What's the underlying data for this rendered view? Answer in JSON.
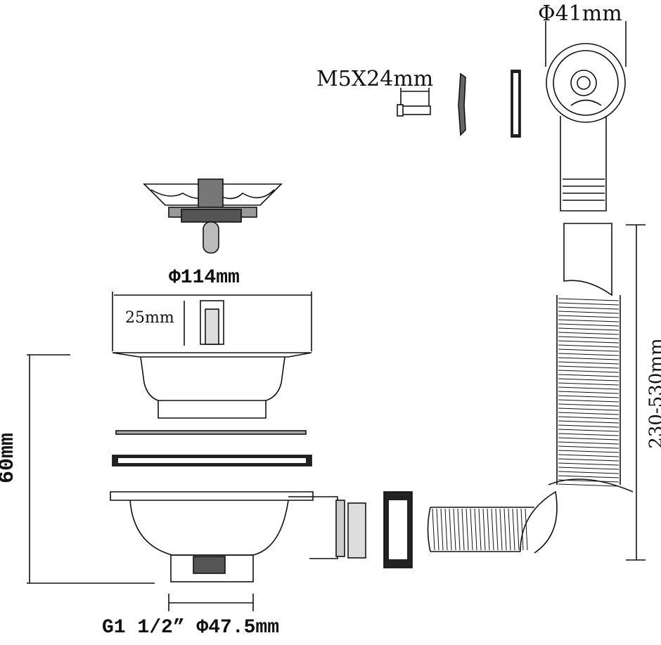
{
  "labels": {
    "trap_diameter": "Φ41mm",
    "screw_size": "M5X24mm",
    "strainer_diameter": "Φ114mm",
    "depth": "25mm",
    "height": "60mm",
    "hose_length": "230-530mm",
    "outlet_thread": "G1 1/2” Φ47.5mm"
  },
  "colors": {
    "line": "#111111",
    "background": "#ffffff"
  }
}
